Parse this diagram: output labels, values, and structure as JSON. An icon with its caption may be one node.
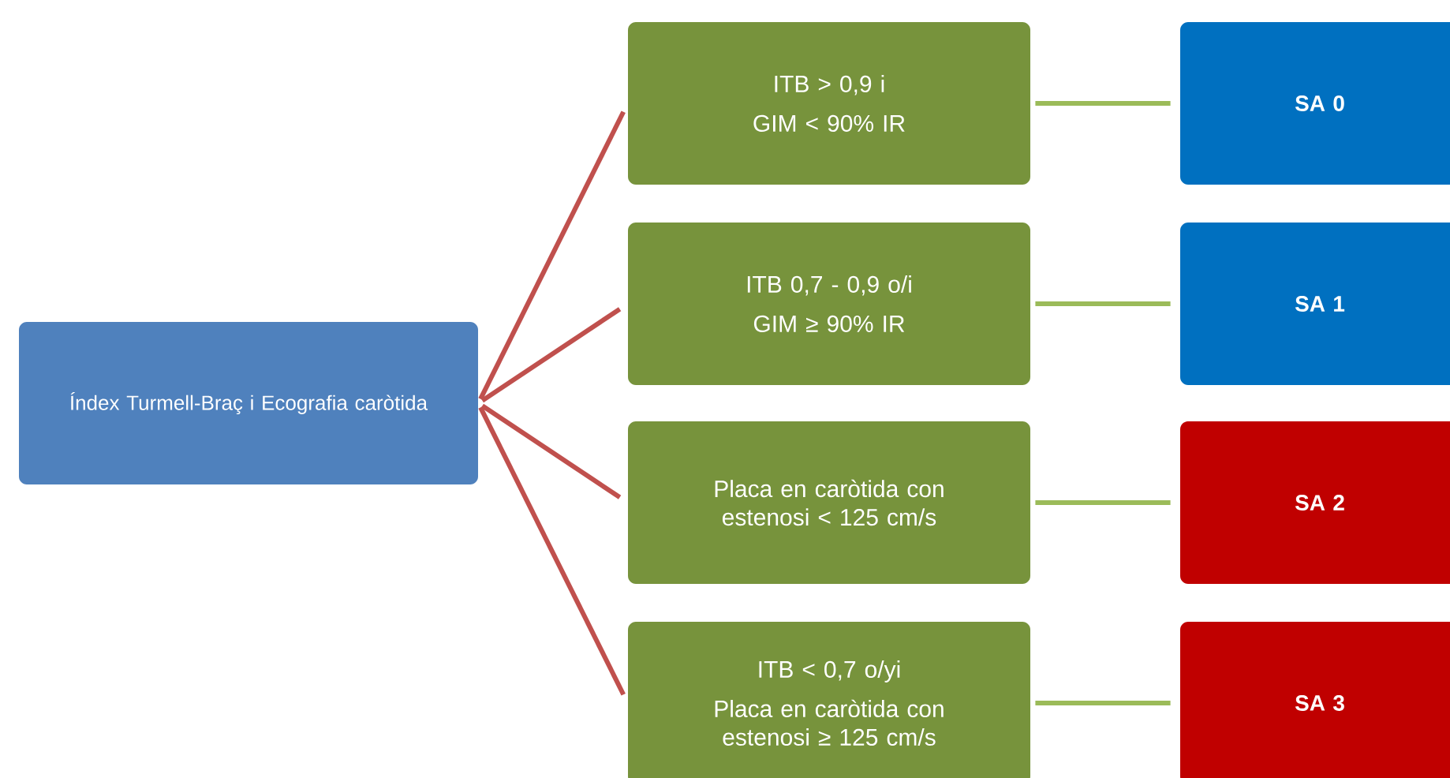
{
  "diagram": {
    "nodes": [
      {
        "text": [
          "Índex Turmell-Braç i Ecografia caròtida"
        ]
      },
      {
        "text": [
          "ITB > 0,9 i",
          "GIM < 90% IR"
        ]
      },
      {
        "text": [
          "ITB 0,7 - 0,9 o/i",
          "GIM ≥ 90% IR"
        ]
      },
      {
        "text": [
          "Placa en caròtida con estenosi < 125 cm/s"
        ]
      },
      {
        "text": [
          "ITB < 0,7 o/yi",
          "Placa en caròtida con estenosi ≥ 125 cm/s"
        ]
      },
      {
        "text": [
          "SA 0"
        ]
      },
      {
        "text": [
          "SA 1"
        ]
      },
      {
        "text": [
          "SA 2"
        ]
      },
      {
        "text": [
          "SA 3"
        ]
      }
    ],
    "edges": [
      {
        "from": 0,
        "to": 1,
        "arrow": "none"
      },
      {
        "from": 0,
        "to": 2,
        "arrow": "none"
      },
      {
        "from": 0,
        "to": 3,
        "arrow": "none"
      },
      {
        "from": 0,
        "to": 4,
        "arrow": "none"
      },
      {
        "from": 1,
        "to": 5,
        "arrow": "none",
        "color": "#9bbb59"
      },
      {
        "from": 2,
        "to": 6,
        "arrow": "none",
        "color": "#9bbb59"
      },
      {
        "from": 3,
        "to": 7,
        "arrow": "none",
        "color": "#9bbb59"
      },
      {
        "from": 4,
        "to": 8,
        "arrow": "none",
        "color": "#9bbb59"
      }
    ]
  }
}
